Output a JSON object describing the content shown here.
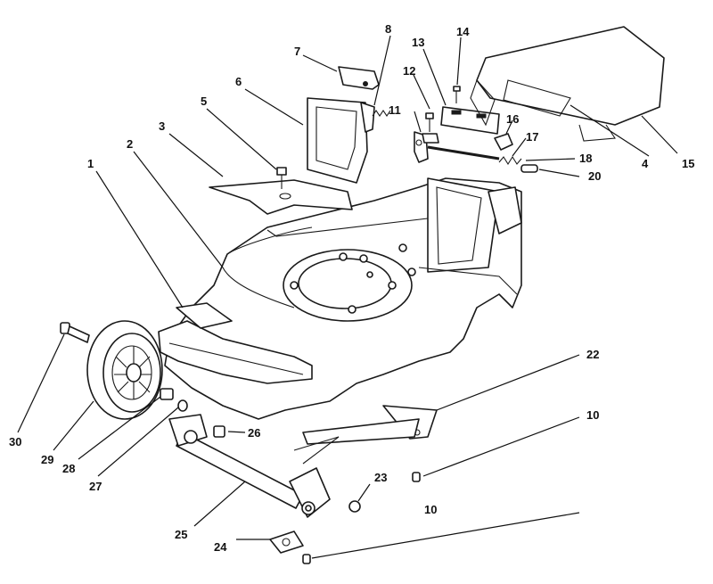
{
  "callouts": [
    "1",
    "2",
    "3",
    "4",
    "5",
    "6",
    "7",
    "8",
    "10",
    "10",
    "11",
    "12",
    "13",
    "14",
    "15",
    "16",
    "17",
    "18",
    "20",
    "22",
    "23",
    "24",
    "25",
    "26",
    "27",
    "28",
    "29",
    "30"
  ],
  "colors": {
    "ink": "#1a1a1a",
    "paper": "#ffffff"
  }
}
